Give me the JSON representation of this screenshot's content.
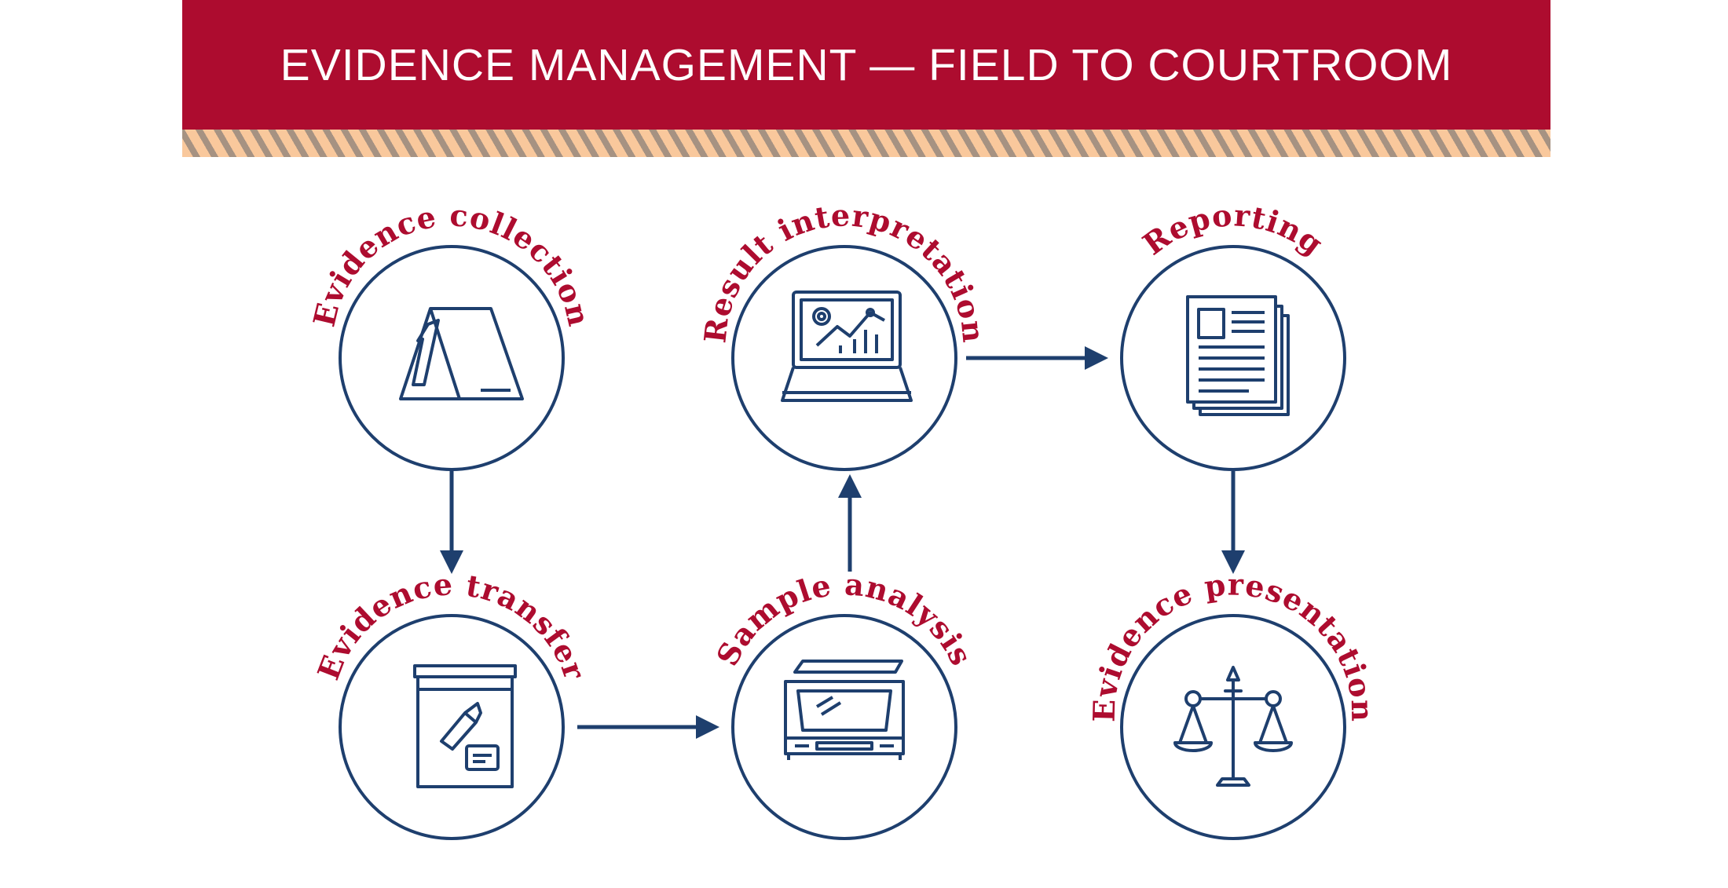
{
  "header": {
    "title": "EVIDENCE MANAGEMENT — FIELD TO COURTROOM"
  },
  "colors": {
    "banner": "#ad0c2f",
    "label": "#ad0c2f",
    "navy": "#1e3f6e",
    "stripe_light": "#f9c89c",
    "stripe_dark": "#a69282"
  },
  "steps": [
    {
      "label": "Evidence collection",
      "icon": "evidence-marker-icon"
    },
    {
      "label": "Evidence transfer",
      "icon": "evidence-bag-icon"
    },
    {
      "label": "Sample analysis",
      "icon": "scanner-icon"
    },
    {
      "label": "Result interpretation",
      "icon": "laptop-analytics-icon"
    },
    {
      "label": "Reporting",
      "icon": "documents-icon"
    },
    {
      "label": "Evidence presentation",
      "icon": "scales-of-justice-icon"
    }
  ],
  "flow": [
    {
      "from": "Evidence collection",
      "to": "Evidence transfer"
    },
    {
      "from": "Evidence transfer",
      "to": "Sample analysis"
    },
    {
      "from": "Sample analysis",
      "to": "Result interpretation"
    },
    {
      "from": "Result interpretation",
      "to": "Reporting"
    },
    {
      "from": "Reporting",
      "to": "Evidence presentation"
    }
  ]
}
